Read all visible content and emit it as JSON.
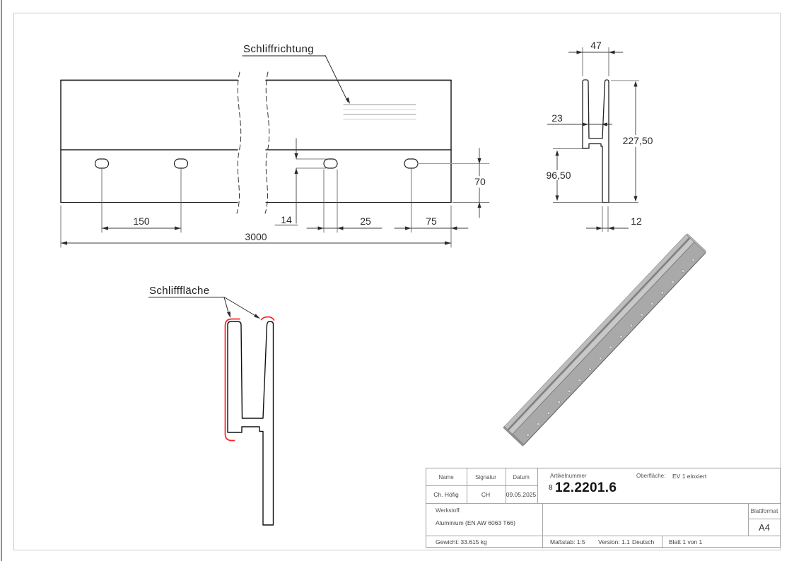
{
  "front_view": {
    "label": "Schliffrichtung",
    "dims": {
      "slot_pitch": "150",
      "total_length": "3000",
      "slot_height": "14",
      "slot_length": "25",
      "end_distance": "75",
      "edge_distance": "70"
    }
  },
  "section_view": {
    "dims": {
      "top_width": "47",
      "inner_width": "23",
      "total_height": "227,50",
      "leg_height": "96,50",
      "leg_thickness": "12"
    }
  },
  "detail_view": {
    "label": "Schlifffläche"
  },
  "title_block": {
    "headers": {
      "name": "Name",
      "signature": "Signatur",
      "date": "Datum",
      "article": "Artikelnummer",
      "surface": "Oberfläche:",
      "material": "Werkstoff:",
      "format": "Blattformat"
    },
    "name": "Ch. Höfig",
    "signature": "CH",
    "date": "09.05.2025",
    "article_prefix": "8",
    "article_number": "12.2201.6",
    "surface_value": "EV 1 eloxiert",
    "material_value": "Aluminium (EN AW 6063 T66)",
    "format_value": "A4",
    "weight": "Gewicht: 33.615 kg",
    "scale": "Maßstab: 1:5",
    "version": "Version: 1.1",
    "language": "Deutsch",
    "sheet": "Blatt 1 von 1"
  },
  "colors": {
    "highlight": "#ff2222",
    "edge_line": "#2b2b2b",
    "dim_line": "#3c3c3c",
    "metal": "#a9a9a9"
  }
}
